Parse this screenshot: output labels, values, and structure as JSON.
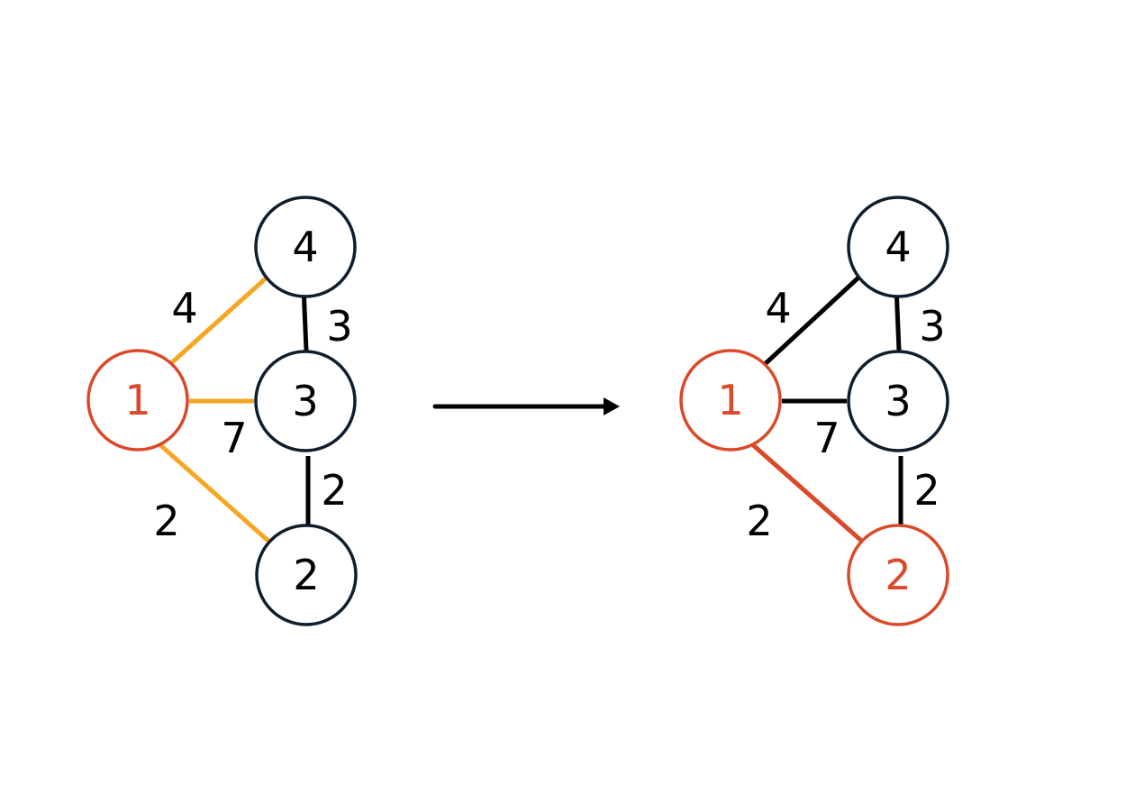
{
  "colors": {
    "default_node_stroke": "#0f1e2d",
    "default_text": "#000000",
    "visited": "#d9492a",
    "candidate_edge": "#f5a623",
    "default_edge": "#000000",
    "background": "#ffffff"
  },
  "left_graph": {
    "nodes": [
      {
        "id": "1",
        "label": "1",
        "state": "visited"
      },
      {
        "id": "2",
        "label": "2",
        "state": "default"
      },
      {
        "id": "3",
        "label": "3",
        "state": "default"
      },
      {
        "id": "4",
        "label": "4",
        "state": "default"
      }
    ],
    "edges": [
      {
        "from": "1",
        "to": "4",
        "weight": "4",
        "state": "candidate"
      },
      {
        "from": "1",
        "to": "3",
        "weight": "7",
        "state": "candidate"
      },
      {
        "from": "1",
        "to": "2",
        "weight": "2",
        "state": "candidate"
      },
      {
        "from": "4",
        "to": "3",
        "weight": "3",
        "state": "default"
      },
      {
        "from": "3",
        "to": "2",
        "weight": "2",
        "state": "default"
      }
    ]
  },
  "transition_arrow": "right-arrow-icon",
  "right_graph": {
    "nodes": [
      {
        "id": "1",
        "label": "1",
        "state": "visited"
      },
      {
        "id": "2",
        "label": "2",
        "state": "visited"
      },
      {
        "id": "3",
        "label": "3",
        "state": "default"
      },
      {
        "id": "4",
        "label": "4",
        "state": "default"
      }
    ],
    "edges": [
      {
        "from": "1",
        "to": "4",
        "weight": "4",
        "state": "default"
      },
      {
        "from": "1",
        "to": "3",
        "weight": "7",
        "state": "default"
      },
      {
        "from": "1",
        "to": "2",
        "weight": "2",
        "state": "selected"
      },
      {
        "from": "4",
        "to": "3",
        "weight": "3",
        "state": "default"
      },
      {
        "from": "3",
        "to": "2",
        "weight": "2",
        "state": "default"
      }
    ]
  }
}
